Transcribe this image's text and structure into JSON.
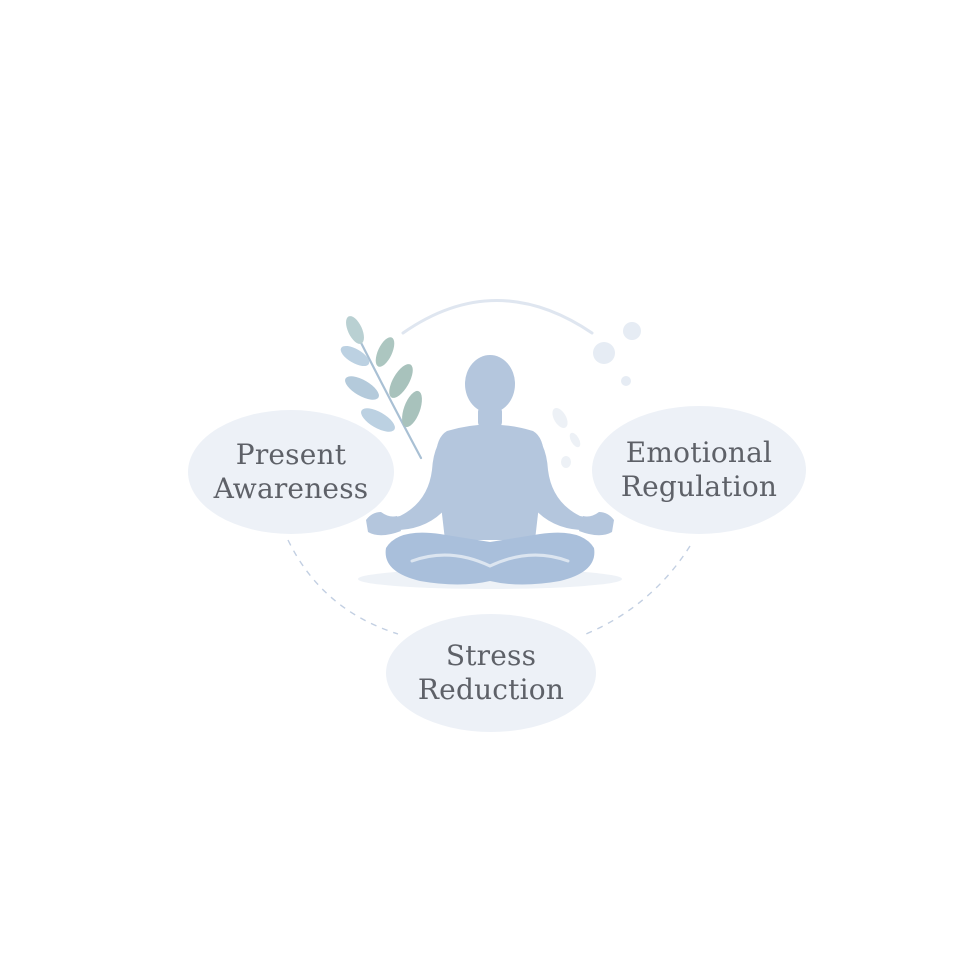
{
  "diagram": {
    "nodes": [
      {
        "id": "left",
        "line1": "Present",
        "line2": "Awareness"
      },
      {
        "id": "right",
        "line1": "Emotional",
        "line2": "Regulation"
      },
      {
        "id": "bottom",
        "line1": "Stress",
        "line2": "Reduction"
      }
    ],
    "icons": {
      "center": "meditating-person-icon",
      "leaf": "leaf-branch-icon",
      "bubbles": "floating-bubbles-icon"
    },
    "colors": {
      "figure": "#b4c6dd",
      "figure_legs": "#a9bfdb",
      "bubble_fill": "#edf1f7",
      "leaf_green": "#a9c3bb",
      "leaf_blue": "#b8cfe0",
      "connector": "#c2cfe2",
      "text": "#5e6168"
    }
  }
}
